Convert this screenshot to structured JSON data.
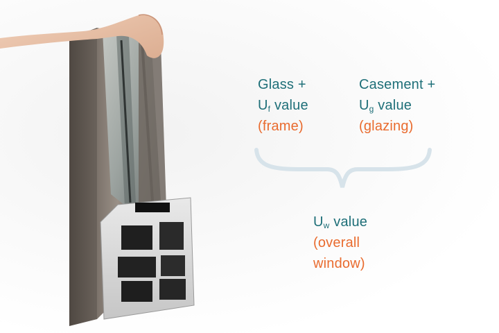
{
  "labels": {
    "left": {
      "line1": "Glass +",
      "line2_prefix": "U",
      "line2_sub": "f",
      "line2_suffix": " value",
      "line3": "(frame)"
    },
    "right": {
      "line1": "Casement +",
      "line2_prefix": "U",
      "line2_sub": "g",
      "line2_suffix": " value",
      "line3": "(glazing)"
    },
    "bottom": {
      "line1_prefix": "U",
      "line1_sub": "w",
      "line1_suffix": " value",
      "line2": "(overall",
      "line3": "window)"
    }
  },
  "colors": {
    "teal": "#1e6f78",
    "orange": "#e96b2e",
    "brace": "#d7e3ea"
  }
}
